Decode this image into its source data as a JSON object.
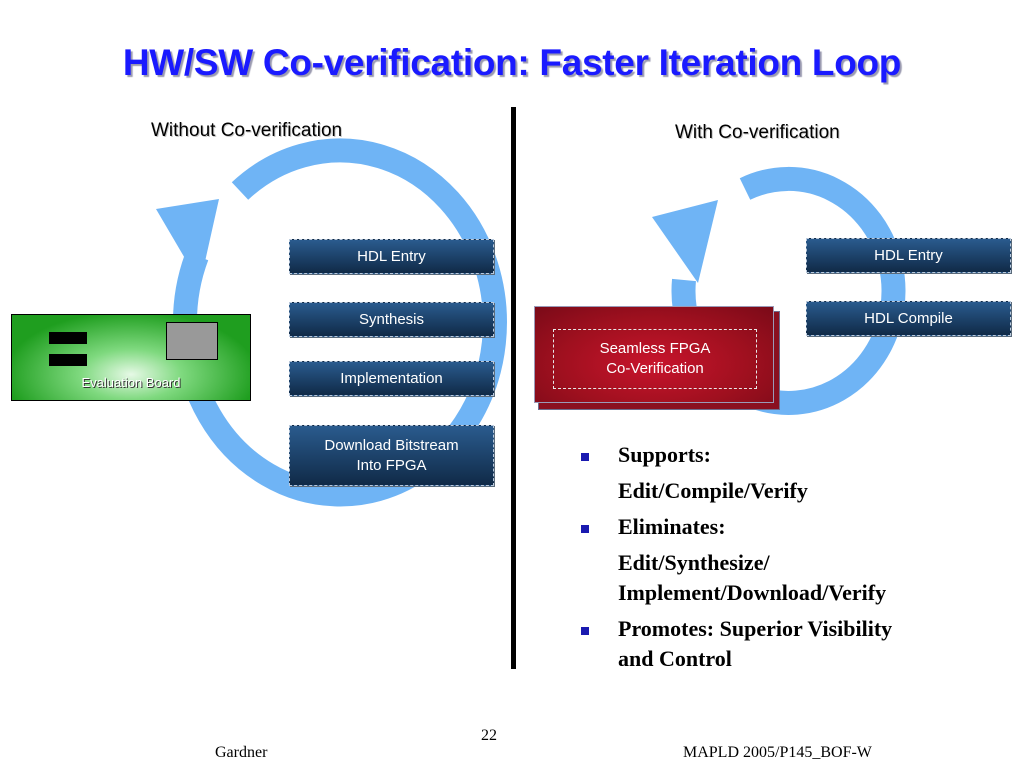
{
  "slide": {
    "title": "HW/SW Co-verification: Faster Iteration Loop",
    "left_heading": "Without Co-verification",
    "right_heading": "With Co-verification"
  },
  "left_flow": {
    "board_label": "Evaluation Board",
    "steps": [
      {
        "line1": "HDL Entry",
        "line2": ""
      },
      {
        "line1": "Synthesis",
        "line2": ""
      },
      {
        "line1": "Implementation",
        "line2": ""
      },
      {
        "line1": "Download Bitstream",
        "line2": "Into FPGA"
      }
    ]
  },
  "right_flow": {
    "fpga_line1": "Seamless FPGA",
    "fpga_line2": "Co-Verification",
    "steps": [
      {
        "line1": "HDL Entry"
      },
      {
        "line1": "HDL Compile"
      }
    ]
  },
  "bullets": [
    {
      "head": "Supports:",
      "cont": [
        "Edit/Compile/Verify"
      ]
    },
    {
      "head": "Eliminates:",
      "cont": [
        "Edit/Synthesize/",
        "Implement/Download/Verify"
      ]
    },
    {
      "head": "Promotes: Superior Visibility",
      "cont": [
        "and Control"
      ]
    }
  ],
  "footer": {
    "page_number": "22",
    "author": "Gardner",
    "reference": "MAPLD 2005/P145_BOF-W"
  },
  "colors": {
    "title": "#1a1aff",
    "loop_arrow": "#6fb4f5",
    "step_box": "#1c3f66",
    "board": "#1f9e1f",
    "fpga_box": "#a0101f",
    "bullet_marker": "#1a1ab0"
  },
  "icons": {
    "loop": "circular-arrow-icon",
    "bullet": "square-bullet-icon"
  }
}
